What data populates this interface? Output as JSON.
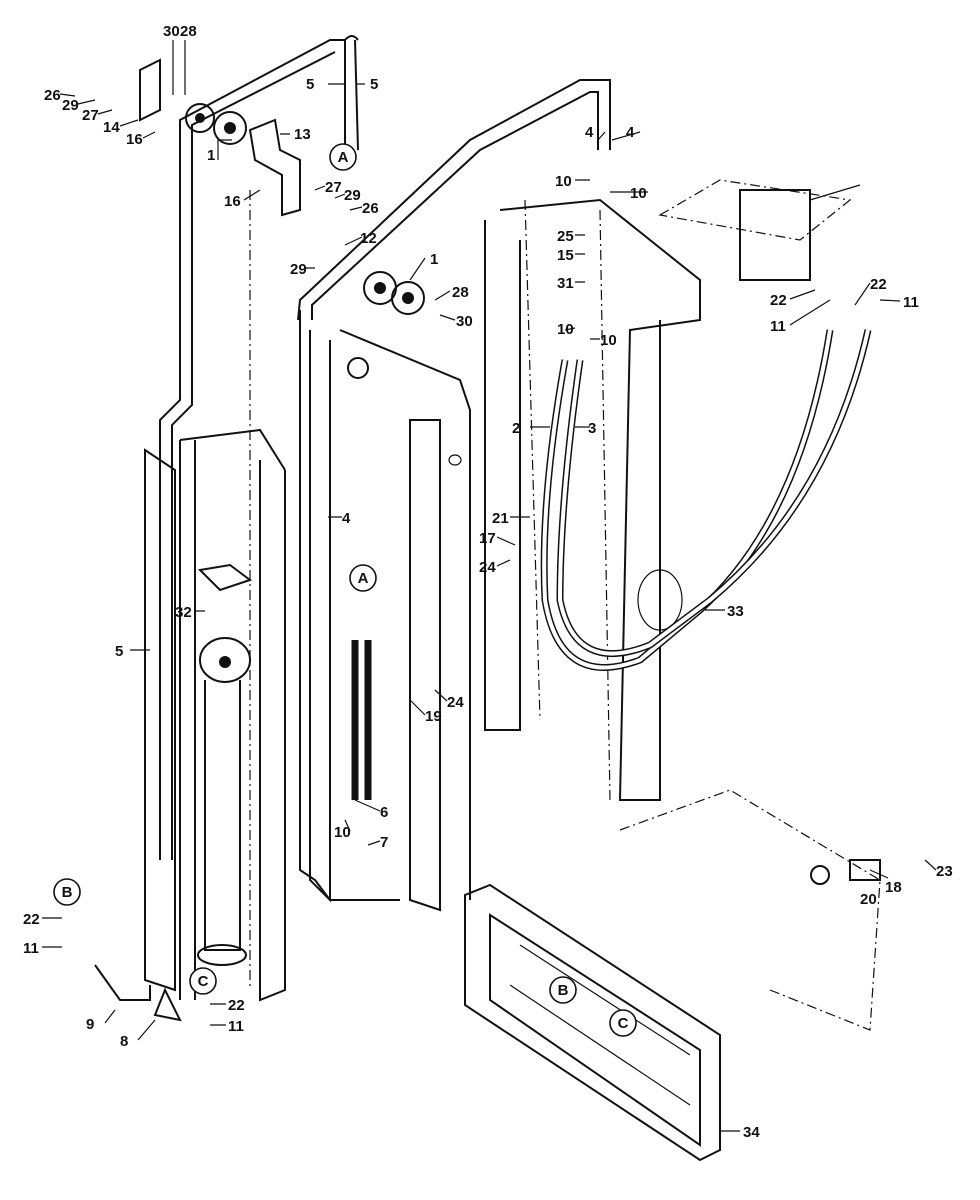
{
  "diagram": {
    "part_labels": [
      "30",
      "28",
      "26",
      "29",
      "27",
      "14",
      "16",
      "5",
      "5",
      "1",
      "13",
      "16",
      "27",
      "29",
      "26",
      "4",
      "4",
      "10",
      "10",
      "29",
      "12",
      "25",
      "15",
      "31",
      "1",
      "28",
      "30",
      "10",
      "10",
      "22",
      "22",
      "11",
      "11",
      "2",
      "3",
      "4",
      "21",
      "17",
      "24",
      "33",
      "32",
      "5",
      "19",
      "24",
      "6",
      "10",
      "7",
      "22",
      "11",
      "9",
      "8",
      "22",
      "11",
      "23",
      "18",
      "20",
      "34"
    ],
    "reference_circles": [
      "A",
      "A",
      "B",
      "C",
      "B",
      "C"
    ],
    "ink_color": "#111111"
  }
}
